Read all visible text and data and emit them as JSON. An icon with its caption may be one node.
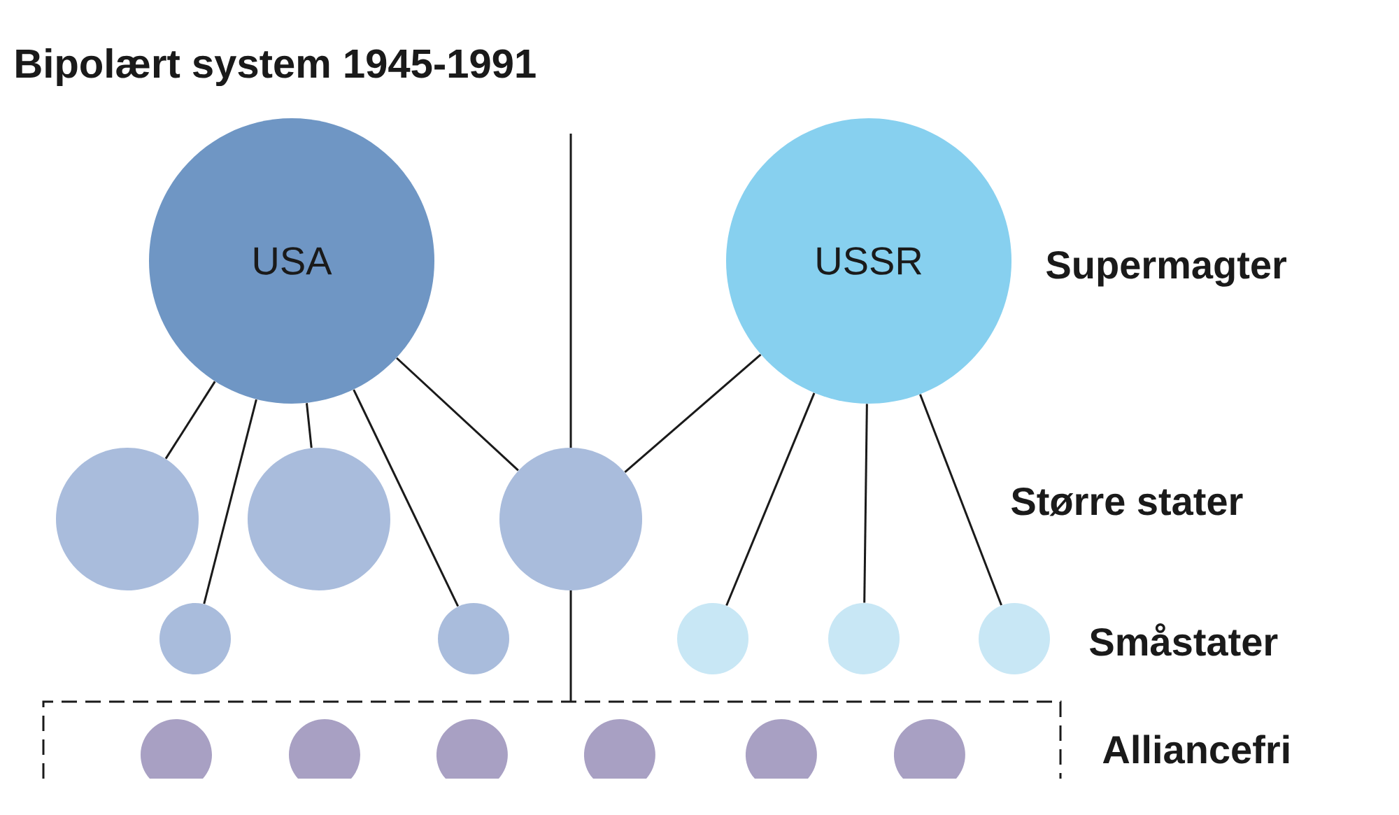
{
  "diagram": {
    "title": "Bipolært system 1945-1991",
    "nodes": [
      {
        "text": [
          "USA"
        ]
      },
      {
        "text": [
          "USSR"
        ]
      },
      {
        "text": [],
        "shape": "circle"
      },
      {
        "text": [],
        "shape": "circle"
      },
      {
        "text": [],
        "shape": "circle"
      },
      {
        "text": [],
        "shape": "circle"
      },
      {
        "text": [],
        "shape": "circle"
      },
      {
        "text": [],
        "shape": "circle"
      },
      {
        "text": [],
        "shape": "circle"
      },
      {
        "text": [],
        "shape": "circle"
      },
      {
        "text": [],
        "shape": "box"
      },
      {
        "text": [],
        "shape": "circle",
        "in": 10
      },
      {
        "text": [],
        "shape": "circle",
        "in": 10
      },
      {
        "text": [],
        "shape": "circle",
        "in": 10
      },
      {
        "text": [],
        "shape": "circle",
        "in": 10
      },
      {
        "text": [],
        "shape": "circle",
        "in": 10
      },
      {
        "text": [],
        "shape": "circle",
        "in": 10
      }
    ],
    "edges": [
      {
        "from": 0,
        "to": 2,
        "arrow": "none"
      },
      {
        "from": 0,
        "to": 5,
        "arrow": "none"
      },
      {
        "from": 0,
        "to": 3,
        "arrow": "none"
      },
      {
        "from": 0,
        "to": 6,
        "arrow": "none"
      },
      {
        "from": 0,
        "to": 4,
        "arrow": "none"
      },
      {
        "from": 1,
        "to": 4,
        "arrow": "none"
      },
      {
        "from": 1,
        "to": 7,
        "arrow": "none"
      },
      {
        "from": 1,
        "to": 8,
        "arrow": "none"
      },
      {
        "from": 1,
        "to": 9,
        "arrow": "none"
      }
    ],
    "labels": [
      "Supermagter",
      "Større stater",
      "Småstater",
      "Alliancefri"
    ]
  }
}
